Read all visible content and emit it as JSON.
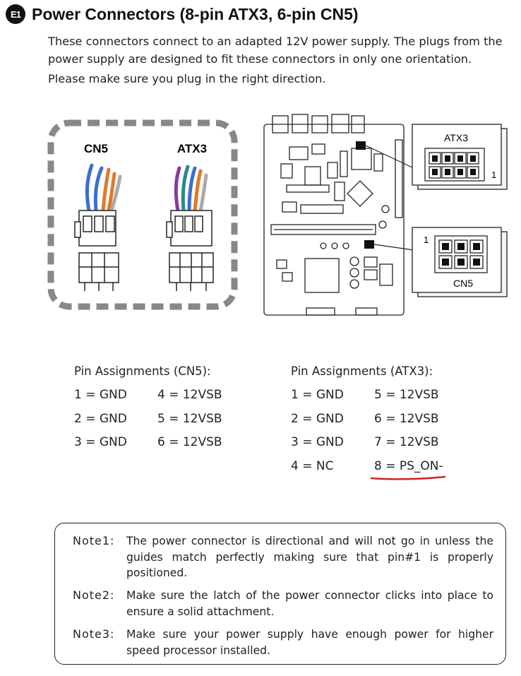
{
  "header": {
    "badge": "E1",
    "title": "Power Connectors (8-pin ATX3, 6-pin CN5)"
  },
  "intro": {
    "line1": "These connectors connect to an adapted 12V power supply. The plugs from the power supply are designed to fit these connectors in only one orientation.",
    "line2": "Please make sure you plug in the right direction."
  },
  "illustration": {
    "cn5_label": "CN5",
    "atx3_label": "ATX3",
    "board_atx3_label": "ATX3",
    "board_cn5_label": "CN5",
    "pin1_label_atx3": "1",
    "pin1_label_cn5": "1"
  },
  "cn5_pins": {
    "heading": "Pin Assignments (CN5):",
    "col1": [
      "1 = GND",
      "2 = GND",
      "3 = GND"
    ],
    "col2": [
      "4 = 12VSB",
      "5 = 12VSB",
      "6 = 12VSB"
    ]
  },
  "atx3_pins": {
    "heading": "Pin Assignments (ATX3):",
    "col1": [
      "1 = GND",
      "2 = GND",
      "3 = GND",
      "4 = NC"
    ],
    "col2": [
      "5 = 12VSB",
      "6 = 12VSB",
      "7 = 12VSB",
      "8 = PS_ON-"
    ]
  },
  "highlight_color": "#d42020",
  "notes": [
    {
      "label": "Note1:",
      "text": "The power connector is directional and will not go in unless the guides match perfectly making sure that pin#1 is properly positioned."
    },
    {
      "label": "Note2:",
      "text": "Make sure the latch of the power connector clicks into place to ensure a solid attachment."
    },
    {
      "label": "Note3:",
      "text": "Make sure your power supply have enough power for higher speed processor installed."
    }
  ]
}
